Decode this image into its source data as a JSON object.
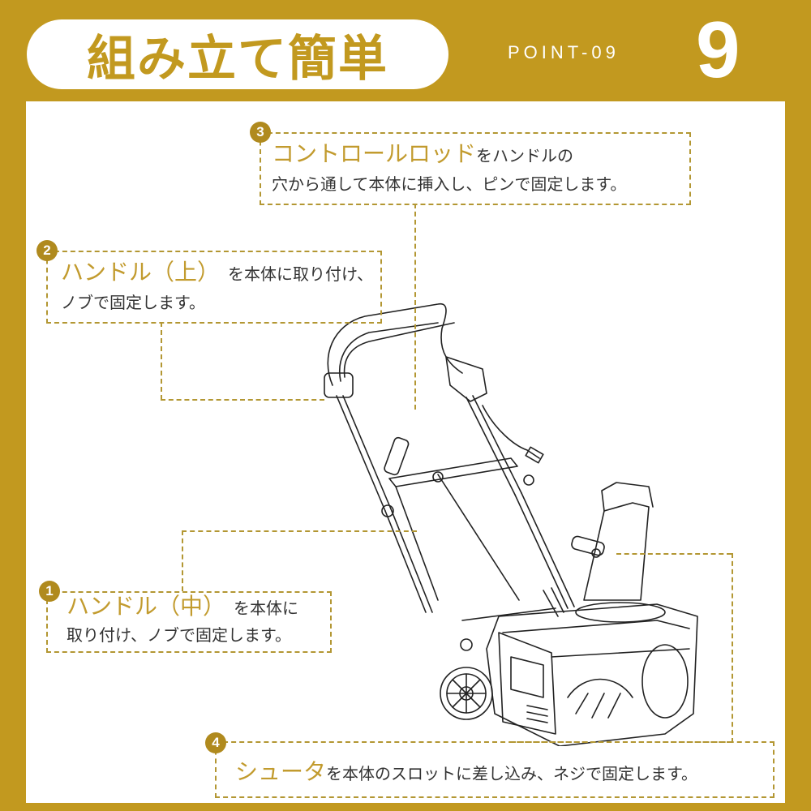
{
  "header": {
    "title": "組み立て簡単",
    "point_label": "POINT-09",
    "point_number": "9"
  },
  "colors": {
    "frame": "#C2991F",
    "highlight_text": "#C29B2E",
    "dashed_line": "#B39733",
    "badge": "#B08A1E"
  },
  "steps": [
    {
      "number": "1",
      "highlight": "ハンドル（中）",
      "line1_rest": "を本体に",
      "line2": "取り付け、ノブで固定します。"
    },
    {
      "number": "2",
      "highlight": "ハンドル（上）",
      "line1_rest": "を本体に取り付け、",
      "line2": "ノブで固定します。"
    },
    {
      "number": "3",
      "highlight": "コントロールロッド",
      "line1_rest": "をハンドルの",
      "line2": "穴から通して本体に挿入し、ピンで固定します。"
    },
    {
      "number": "4",
      "highlight": "シュータ",
      "line1_rest": "を本体のスロットに差し込み、ネジで固定します。"
    }
  ],
  "illustration": {
    "subject": "electric-snow-blower-line-drawing"
  }
}
